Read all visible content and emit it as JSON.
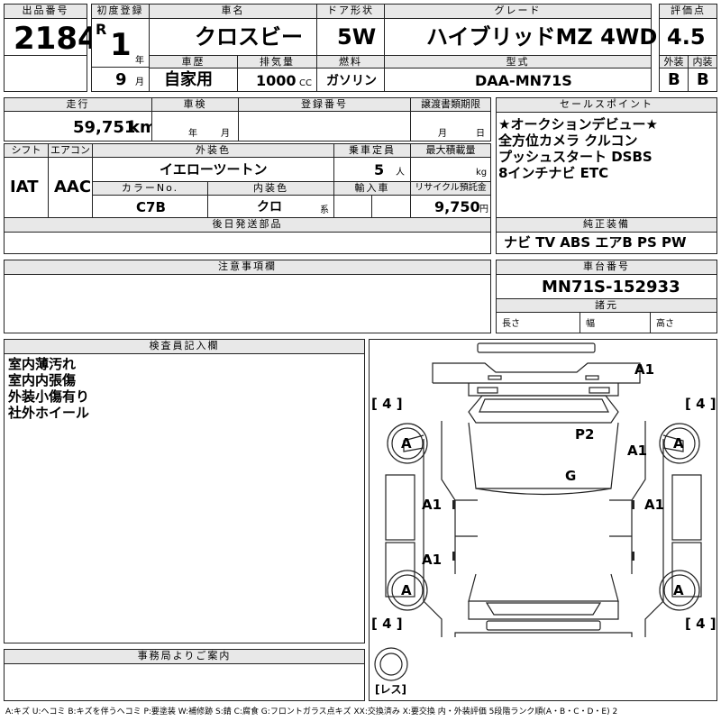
{
  "top": {
    "lot_label": "出品番号",
    "lot_no": "2184",
    "first_reg_label": "初度登録",
    "era": "R",
    "year": "1",
    "year_unit": "年",
    "month": "9",
    "month_unit": "月",
    "car_name_label": "車名",
    "car_name": "クロスビー",
    "door_label": "ドア形状",
    "door": "5W",
    "grade_label": "グレード",
    "grade": "ハイブリッドMZ 4WD",
    "score_label": "評価点",
    "score": "4.5",
    "history_label": "車歴",
    "history": "自家用",
    "displacement_label": "排気量",
    "displacement": "1000",
    "displacement_unit": "CC",
    "fuel_label": "燃料",
    "fuel": "ガソリン",
    "model_label": "型式",
    "model": "DAA-MN71S",
    "ext_label": "外装",
    "ext_grade": "B",
    "int_label": "内装",
    "int_grade": "B"
  },
  "row2": {
    "mileage_label": "走行",
    "mileage": "59,751",
    "mileage_unit": "km",
    "inspection_label": "車検",
    "insp_year_unit": "年",
    "insp_month_unit": "月",
    "reg_no_label": "登録番号",
    "transfer_label": "譲渡書類期限",
    "transfer_month_unit": "月",
    "transfer_day_unit": "日",
    "shift_label": "シフト",
    "shift": "IAT",
    "ac_label": "エアコン",
    "ac": "AAC",
    "color_label": "外装色",
    "color": "イエローツートン",
    "capacity_label": "乗車定員",
    "capacity": "5",
    "capacity_unit": "人",
    "load_label": "最大積載量",
    "load_unit": "kg",
    "color_no_label": "カラーNo.",
    "color_no": "C7B",
    "int_color_label": "内装色",
    "int_color": "クロ",
    "int_color_unit": "系",
    "import_label": "輸入車",
    "recycle_label": "リサイクル預託金",
    "recycle": "9,750",
    "recycle_unit": "円"
  },
  "sales_point": {
    "label": "セールスポイント",
    "lines": [
      "★オークションデビュー★",
      "全方位カメラ クルコン",
      "プッシュスタート DSBS",
      "8インチナビ ETC"
    ]
  },
  "parts_label": "後日発送部品",
  "equipment": {
    "label": "純正装備",
    "items": "ナビ TV ABS エアB PS PW"
  },
  "notes_label": "注意事項欄",
  "chassis": {
    "label": "車台番号",
    "number": "MN71S-152933",
    "dims_label": "諸元",
    "length_label": "長さ",
    "width_label": "幅",
    "height_label": "高さ"
  },
  "inspector": {
    "label": "検査員記入欄",
    "lines": [
      "室内薄汚れ",
      "室内内張傷",
      "外装小傷有り",
      "社外ホイール"
    ]
  },
  "office_label": "事務局よりご案内",
  "diagram": {
    "tire_tl": "[ 4 ]",
    "tire_tr": "[ 4 ]",
    "tire_bl": "[ 4 ]",
    "tire_br": "[ 4 ]",
    "marks": [
      "A1",
      "P2",
      "A1",
      "G",
      "A",
      "A",
      "A1",
      "A1",
      "A1",
      "A",
      "A"
    ],
    "spare": "[レス]"
  },
  "legend": "A:キズ U:ヘコミ B:キズを伴うヘコミ P:要塗装 W:補修跡 S:錆 C:腐食 G:フロントガラス点キズ XX:交換済み X:要交換 内・外装評価 5段階ランク順(A・B・C・D・E) 2"
}
